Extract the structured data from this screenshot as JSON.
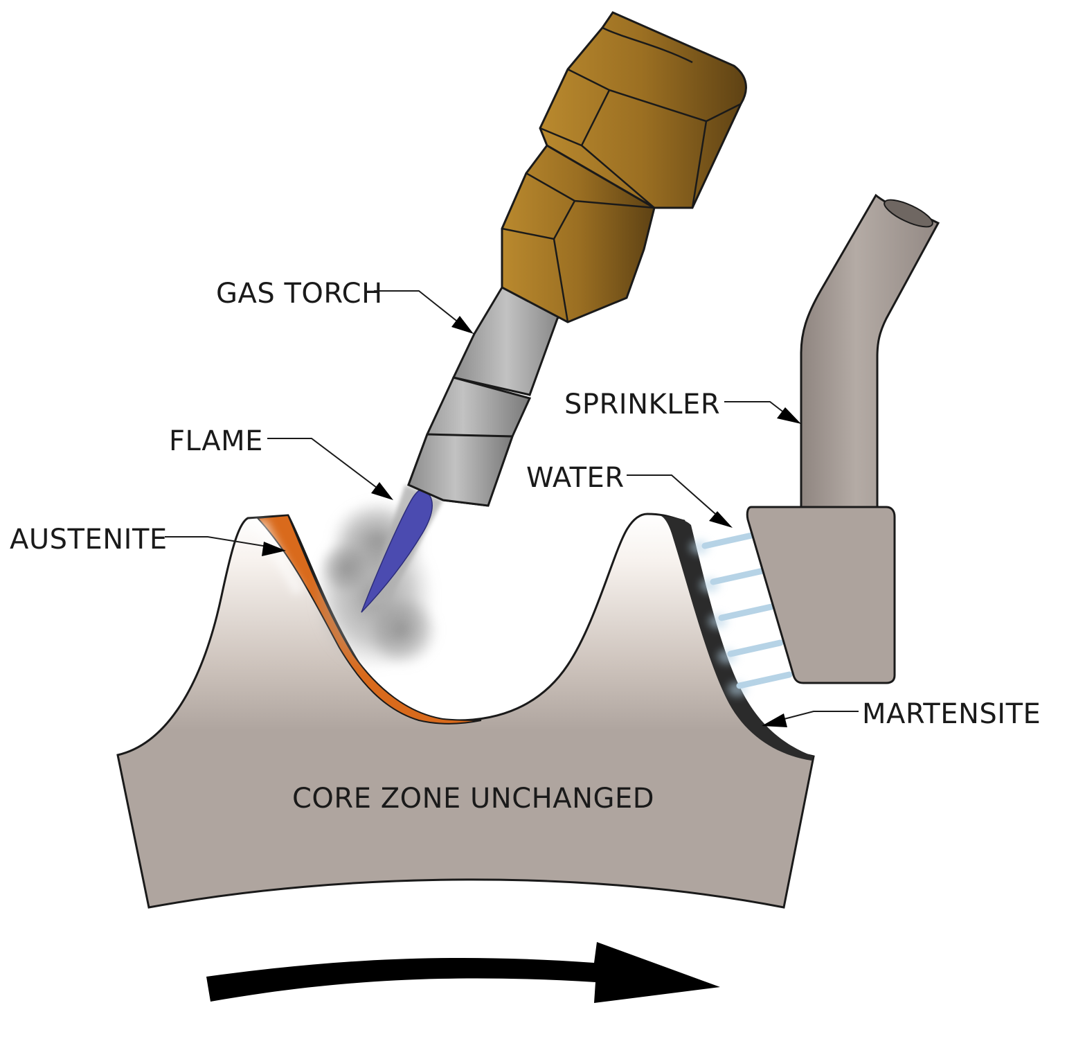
{
  "labels": {
    "gas_torch": "GAS TORCH",
    "flame": "FLAME",
    "austenite": "AUSTENITE",
    "sprinkler": "SPRINKLER",
    "water": "WATER",
    "martensite": "MARTENSITE",
    "core": "CORE ZONE UNCHANGED"
  },
  "colors": {
    "gear_body": "#afa59f",
    "austenite_layer": "#d96a1c",
    "martensite_layer": "#2b2b2b",
    "torch_brass": "#9b6f22",
    "torch_steel": "#a6a6a6",
    "flame_blue": "#4b4bb0",
    "sprinkler": "#ada39d",
    "water": "#b6d3e6"
  },
  "icons": {
    "rotation": "curved-arrow-right-icon"
  }
}
